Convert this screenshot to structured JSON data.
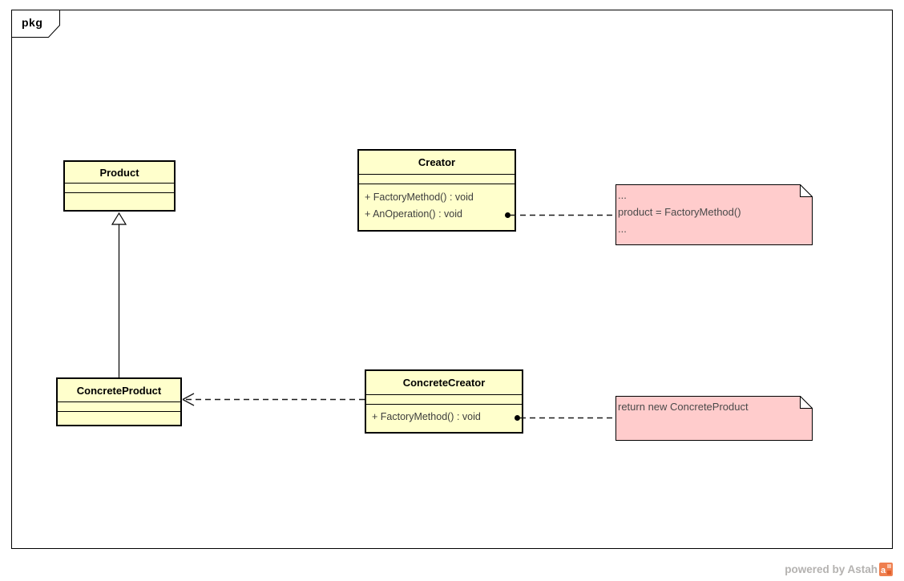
{
  "frame": {
    "label": "pkg"
  },
  "classes": [
    {
      "name": "Product",
      "attributes": [],
      "operations": []
    },
    {
      "name": "Creator",
      "attributes": [],
      "operations": [
        "+ FactoryMethod() : void",
        "+ AnOperation() : void"
      ]
    },
    {
      "name": "ConcreteProduct",
      "attributes": [],
      "operations": []
    },
    {
      "name": "ConcreteCreator",
      "attributes": [],
      "operations": [
        "+ FactoryMethod() : void"
      ]
    }
  ],
  "notes": [
    {
      "lines": [
        "...",
        "product = FactoryMethod()",
        "..."
      ]
    },
    {
      "lines": [
        "return new ConcreteProduct"
      ]
    }
  ],
  "connectors": [
    {
      "type": "generalization",
      "from": "ConcreteProduct",
      "to": "Product"
    },
    {
      "type": "dependency",
      "from": "ConcreteCreator",
      "to": "ConcreteProduct"
    },
    {
      "type": "note-anchor",
      "from": "Creator : AnOperation()",
      "to": "note-1"
    },
    {
      "type": "note-anchor",
      "from": "ConcreteCreator : FactoryMethod()",
      "to": "note-2"
    }
  ],
  "watermark": {
    "text": "powered by Astah",
    "logo_icon": "astah-logo-icon"
  },
  "colors": {
    "class_fill": "#FFFFCC",
    "note_fill": "#FFCCCC",
    "line": "#000000",
    "watermark_text": "#B4B2B0",
    "logo_orange": "#EF7F4F"
  }
}
